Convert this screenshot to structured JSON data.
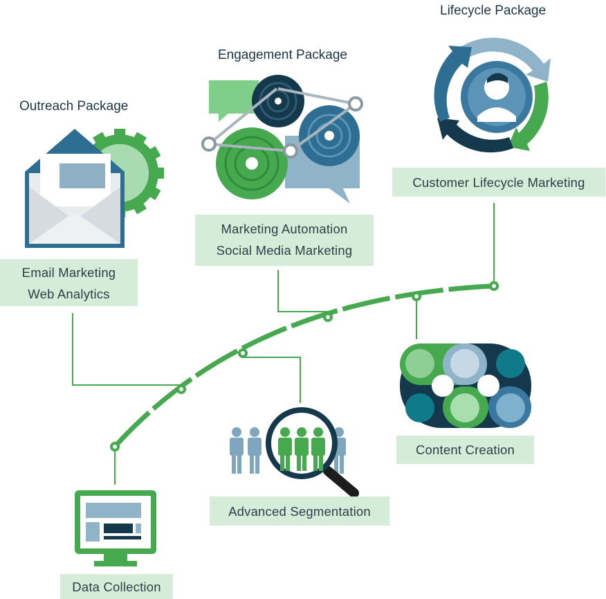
{
  "packages": {
    "outreach": {
      "title": "Outreach Package",
      "lines": [
        "Email Marketing",
        "Web Analytics"
      ]
    },
    "engagement": {
      "title": "Engagement Package",
      "lines": [
        "Marketing Automation",
        "Social Media Marketing"
      ]
    },
    "lifecycle": {
      "title": "Lifecycle Package",
      "lines": [
        "Customer Lifecycle Marketing"
      ]
    }
  },
  "stages": {
    "data_collection": "Data Collection",
    "advanced_segmentation": "Advanced Segmentation",
    "content_creation": "Content Creation"
  },
  "colors": {
    "green": "#46a84f",
    "light_green": "#d4ecd8",
    "dark_teal": "#14384c",
    "blue": "#3a78a0",
    "light_blue": "#8fb3c9",
    "grey_blue": "#7fa6be"
  },
  "icons": [
    "envelope-icon",
    "chat-bubbles-icon",
    "lifecycle-cycle-icon",
    "computer-monitor-icon",
    "magnifier-people-icon",
    "hub-network-icon"
  ]
}
